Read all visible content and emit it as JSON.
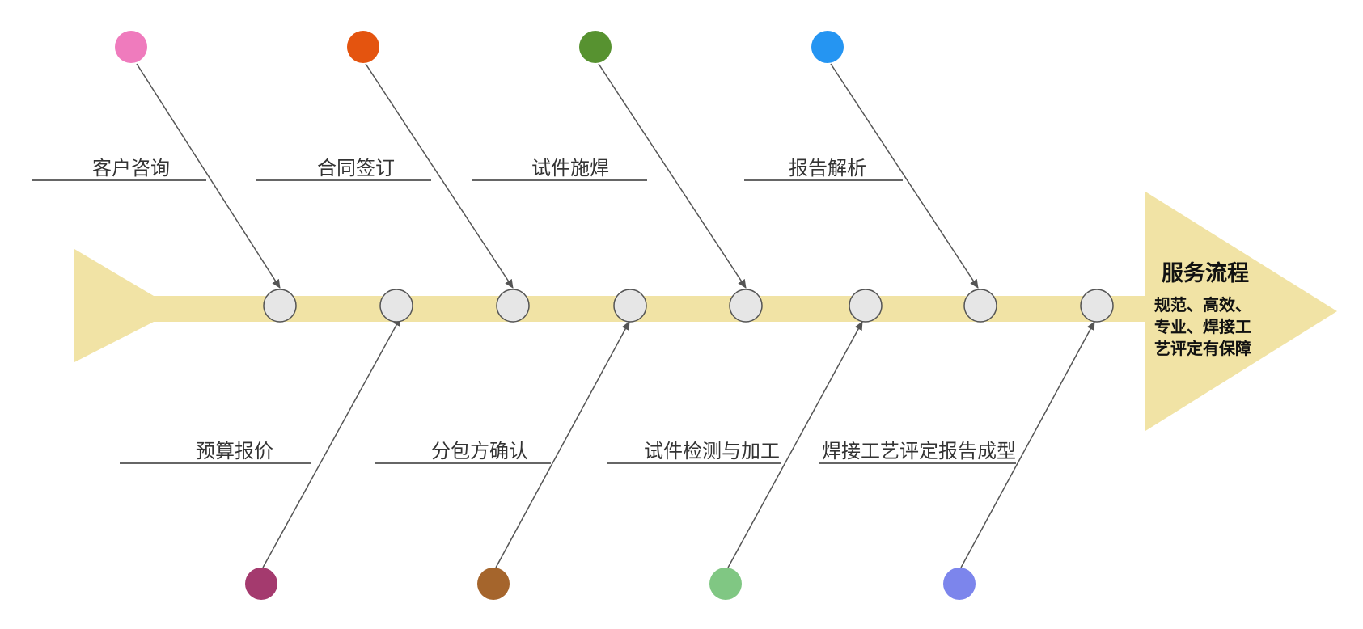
{
  "diagram": {
    "head": {
      "title": "服务流程",
      "subtitle_lines": [
        "规范、高效、",
        "专业、焊接工",
        "艺评定有保障"
      ]
    },
    "steps": [
      {
        "label": "客户咨询",
        "color": "#ef7bbd"
      },
      {
        "label": "预算报价",
        "color": "#a43a6e"
      },
      {
        "label": "合同签订",
        "color": "#e4540f"
      },
      {
        "label": "分包方确认",
        "color": "#a5652c"
      },
      {
        "label": "试件施焊",
        "color": "#579230"
      },
      {
        "label": "试件检测与加工",
        "color": "#80c783"
      },
      {
        "label": "报告解析",
        "color": "#2595f2"
      },
      {
        "label": "焊接工艺评定报告成型",
        "color": "#7c85ec"
      }
    ],
    "colors": {
      "spine": "#f1e3a5",
      "node_fill": "#e6e6e6",
      "node_stroke": "#555555",
      "line": "#555555",
      "text": "#333333"
    }
  }
}
